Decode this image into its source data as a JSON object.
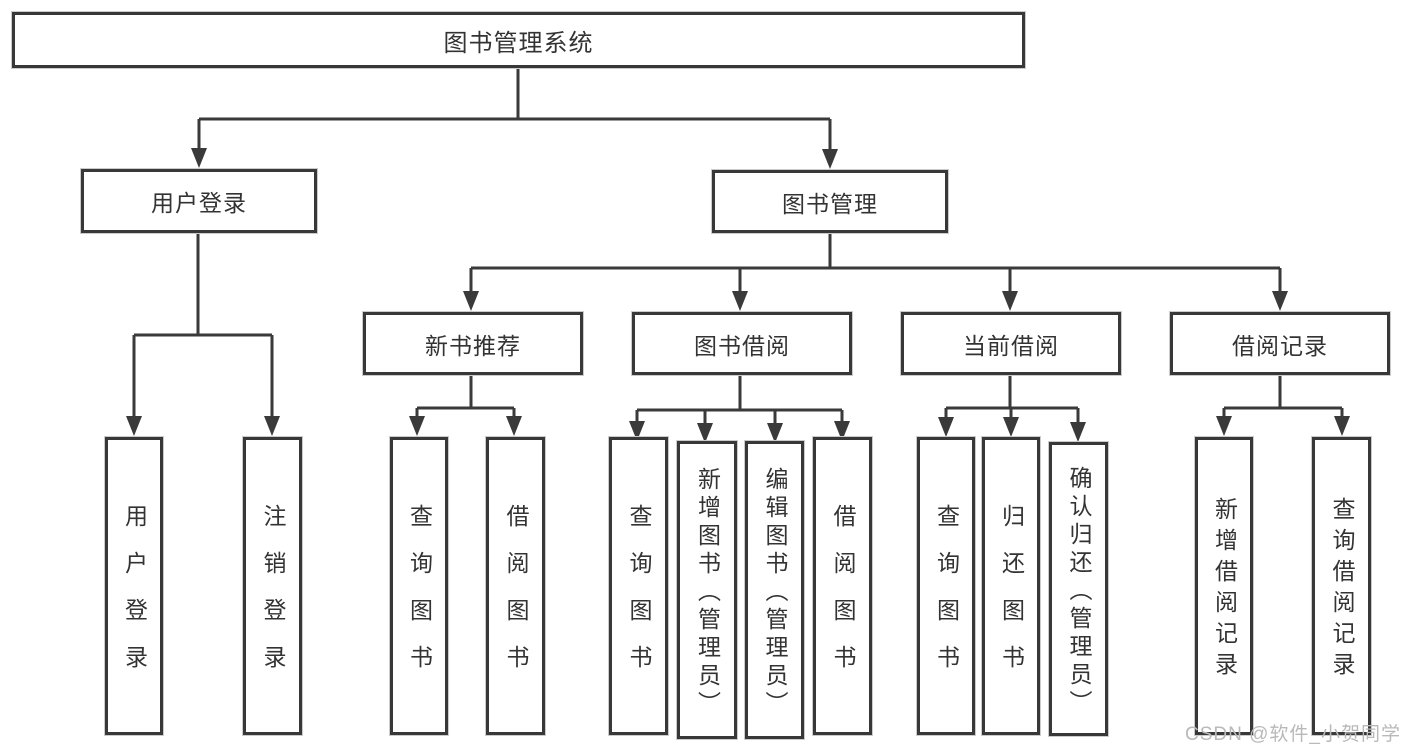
{
  "diagram": {
    "root": {
      "label": "图书管理系统"
    },
    "branches": [
      {
        "label": "用户登录",
        "children": [
          {
            "label": "用户登录"
          },
          {
            "label": "注销登录"
          }
        ]
      },
      {
        "label": "图书管理",
        "children": [
          {
            "label": "新书推荐",
            "children": [
              {
                "label": "查询图书"
              },
              {
                "label": "借阅图书"
              }
            ]
          },
          {
            "label": "图书借阅",
            "children": [
              {
                "label": "查询图书"
              },
              {
                "label": "新增图书（管理员）"
              },
              {
                "label": "编辑图书（管理员）"
              },
              {
                "label": "借阅图书"
              }
            ]
          },
          {
            "label": "当前借阅",
            "children": [
              {
                "label": "查询图书"
              },
              {
                "label": "归还图书"
              },
              {
                "label": "确认归还（管理员）"
              }
            ]
          },
          {
            "label": "借阅记录",
            "children": [
              {
                "label": "新增借阅记录"
              },
              {
                "label": "查询借阅记录"
              }
            ]
          }
        ]
      }
    ]
  },
  "watermark": {
    "text": "CSDN @软件_小贺同学"
  },
  "colors": {
    "line": "#3a3a3a",
    "border": "#383838",
    "text": "#333333",
    "watermark": "#b9b9b9",
    "background": "#ffffff"
  }
}
